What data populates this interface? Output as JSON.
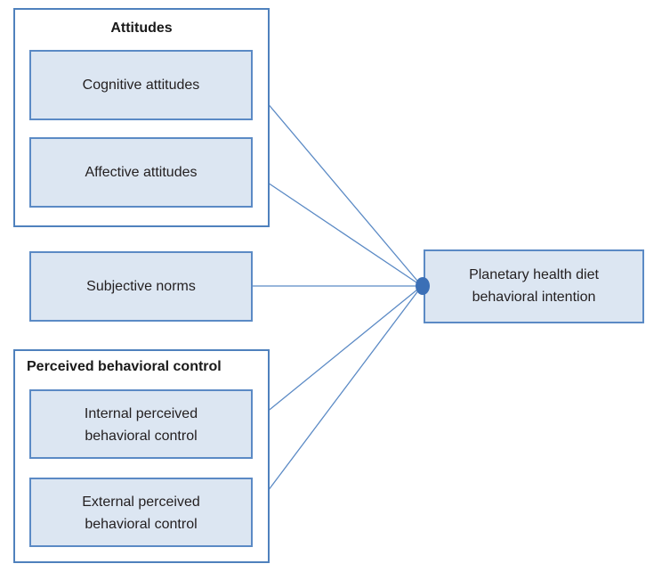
{
  "diagram": {
    "type": "conceptual-model",
    "title_visible": false,
    "colors": {
      "box_fill": "#dce6f2",
      "box_border": "#5b8ac5",
      "group_border": "#4f81bd",
      "connector": "#5b8ac5",
      "junction_dot": "#3b6fb6",
      "text": "#231f20",
      "background": "#ffffff"
    },
    "groups": [
      {
        "id": "attitudes",
        "title": "Attitudes",
        "title_align": "center",
        "children": [
          "cognitive-attitudes",
          "affective-attitudes"
        ]
      },
      {
        "id": "perceived-behavioral-control",
        "title": "Perceived behavioral control",
        "title_align": "left",
        "children": [
          "internal-pbc",
          "external-pbc"
        ]
      }
    ],
    "nodes": [
      {
        "id": "cognitive-attitudes",
        "lines": [
          "Cognitive attitudes"
        ]
      },
      {
        "id": "affective-attitudes",
        "lines": [
          "Affective attitudes"
        ]
      },
      {
        "id": "subjective-norms",
        "lines": [
          "Subjective norms"
        ]
      },
      {
        "id": "internal-pbc",
        "lines": [
          "Internal perceived",
          "behavioral control"
        ]
      },
      {
        "id": "external-pbc",
        "lines": [
          "External perceived",
          "behavioral control"
        ]
      },
      {
        "id": "outcome",
        "lines": [
          "Planetary health diet",
          "behavioral intention"
        ]
      }
    ],
    "edges": [
      {
        "from": "cognitive-attitudes",
        "to": "outcome"
      },
      {
        "from": "affective-attitudes",
        "to": "outcome"
      },
      {
        "from": "subjective-norms",
        "to": "outcome"
      },
      {
        "from": "internal-pbc",
        "to": "outcome"
      },
      {
        "from": "external-pbc",
        "to": "outcome"
      }
    ]
  }
}
